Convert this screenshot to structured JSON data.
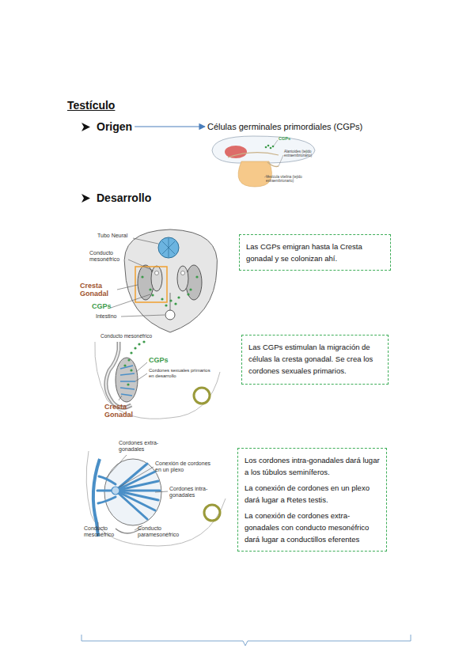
{
  "diagram": {
    "title": "Testículo",
    "nodes": [
      {
        "text": [
          "Origen"
        ]
      },
      {
        "text": [
          "Células germinales primordiales (CGPs)"
        ]
      },
      {
        "text": [
          "Las CGPs emigran hasta la Cresta gonadal y se colonizan ahí."
        ]
      },
      {
        "text": [
          "Las CGPs estimulan la migración de células la cresta gonadal. Se crea los cordones sexuales primarios."
        ]
      },
      {
        "text": [
          "Los cordones intra-gonadales dará lugar a los túbulos seminíferos.",
          "La conexión de cordones en un plexo dará lugar a Retes testis.",
          "La conexión de cordones extra-gonadales con conducto mesonéfrico dará lugar a conductillos eferentes"
        ]
      }
    ],
    "edges": [
      {
        "from": 0,
        "to": 1,
        "arrow": "to"
      }
    ],
    "labels": [
      "Desarrollo",
      "CGPs",
      "Alantoides (tejido extraembrionario)",
      "Vesícula vitelina (tejido extraembrionario)",
      "Tubo Neural",
      "Conducto mesonéfrico",
      "Cresta Gonadal",
      "CGPs",
      "Intestino",
      "Conducto mesonéfrico",
      "CGPs",
      "Cordones sexuales primarios en desarrollo",
      "Cresta Gonadal",
      "Cordones extra-gonadales",
      "Conexión de cordones en un plexo",
      "Cordones intra-gonadales",
      "Conducto mesonéfrico",
      "Conducto paramesonéfrico"
    ]
  }
}
